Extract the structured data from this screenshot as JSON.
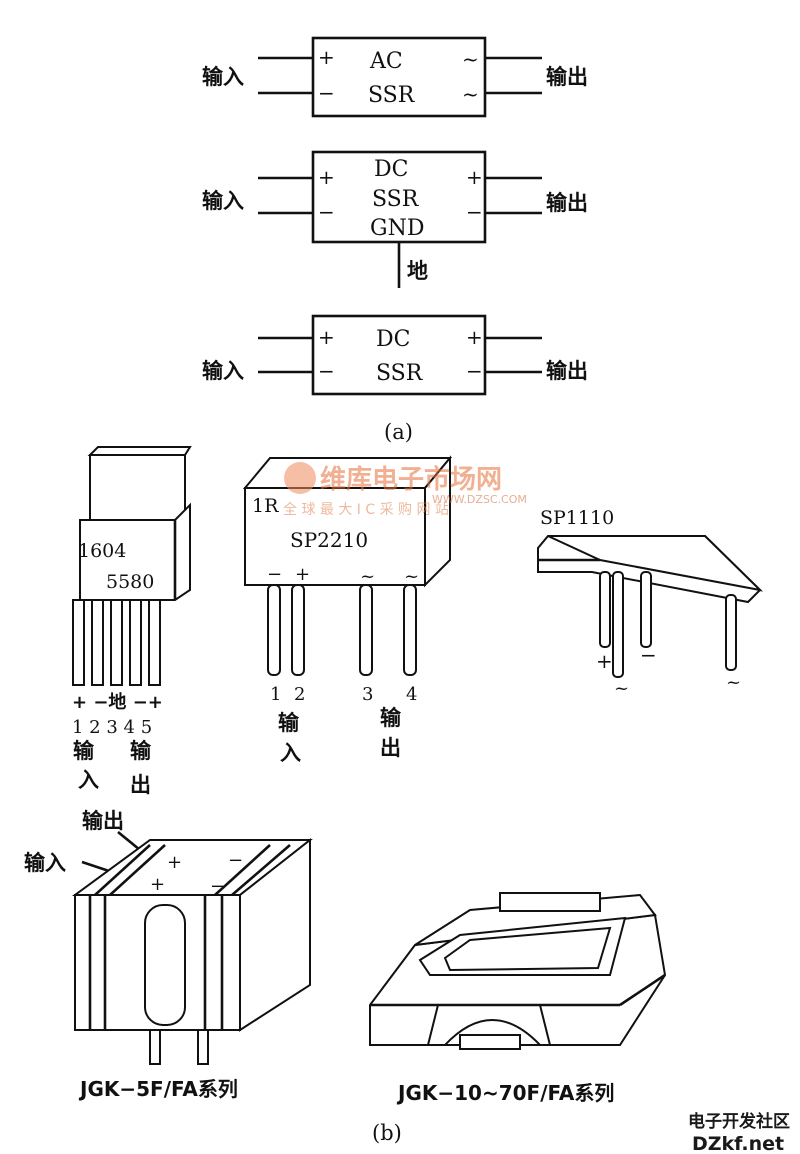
{
  "watermark": {
    "brand": "维库电子市场网",
    "url": "WWW.DZSC.COM",
    "slogan": "全 球 最 大 I C 采 购 网 站",
    "corner_top": "电子开发社区",
    "corner_bottom": "DZkf.net"
  },
  "part_a": {
    "label": "(a)",
    "ac_ssr": {
      "line1": "AC",
      "line2": "SSR",
      "in_plus": "+",
      "in_minus": "−",
      "out1": "~",
      "out2": "~",
      "input": "输入",
      "output": "输出"
    },
    "dc_ssr_gnd": {
      "line1": "DC",
      "line2": "SSR",
      "line3": "GND",
      "in_plus": "+",
      "in_minus": "−",
      "out_plus": "+",
      "out_minus": "−",
      "input": "输入",
      "output": "输出",
      "ground": "地"
    },
    "dc_ssr": {
      "line1": "DC",
      "line2": "SSR",
      "in_plus": "+",
      "in_minus": "−",
      "out_plus": "+",
      "out_minus": "−",
      "input": "输入",
      "output": "输出"
    }
  },
  "part_b": {
    "label": "(b)",
    "pkg1": {
      "code1": "1604",
      "code2": "5580",
      "pin_signs": "+ −地 −+",
      "pin_nums": "1 2 3 4 5",
      "in1": "输",
      "in2": "入",
      "out1": "输",
      "out2": "出"
    },
    "pkg2": {
      "tag": "1R",
      "name": "SP2210",
      "s1": "−",
      "s2": "+",
      "s3": "~",
      "s4": "~",
      "n1": "1",
      "n2": "2",
      "n3": "3",
      "n4": "4",
      "in1": "输",
      "in2": "入",
      "out1": "输",
      "out2": "出"
    },
    "pkg3": {
      "name": "SP1110",
      "plus": "+",
      "minus": "−",
      "t1": "~",
      "t2": "~"
    },
    "pkg4": {
      "output": "输出",
      "input": "输入",
      "p1": "+",
      "p2": "−",
      "p3": "+",
      "p4": "−",
      "caption": "JGK−5F/FA系列"
    },
    "pkg5": {
      "caption": "JGK−10~70F/FA系列"
    }
  }
}
